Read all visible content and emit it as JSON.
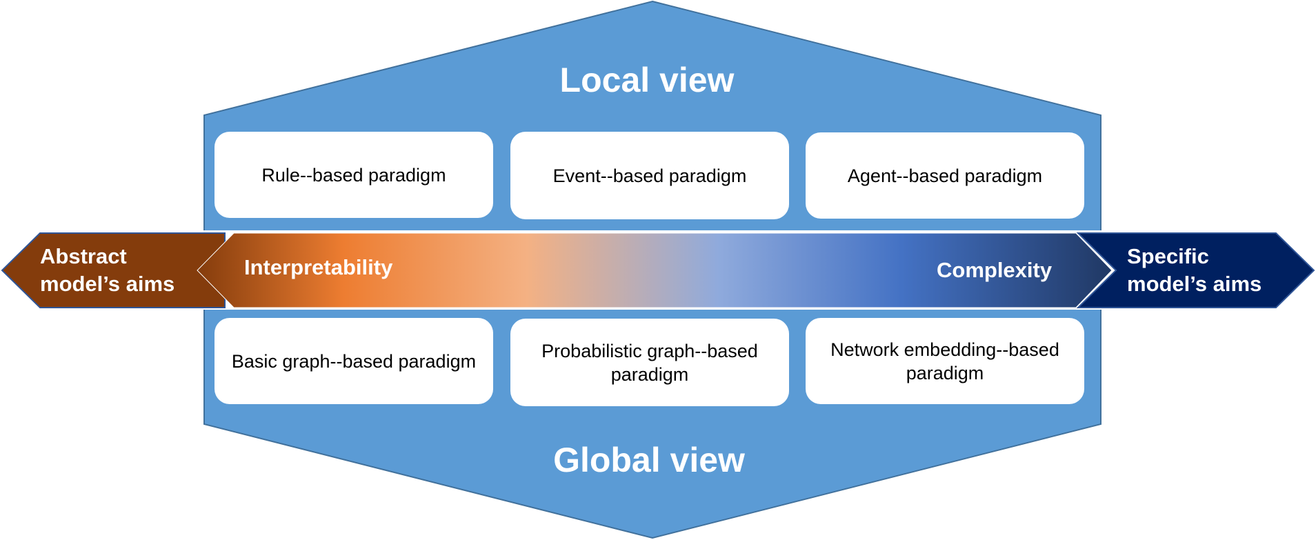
{
  "local_view": {
    "title": "Local view",
    "paradigms": [
      "Rule--based paradigm",
      "Event--based paradigm",
      "Agent--based paradigm"
    ]
  },
  "global_view": {
    "title": "Global view",
    "paradigms": [
      "Basic graph--based paradigm",
      "Probabilistic graph--based paradigm",
      "Network embedding--based paradigm"
    ]
  },
  "left_arrow": {
    "label_line1": "Abstract",
    "label_line2": "model’s aims",
    "color": "#843c0c"
  },
  "right_arrow": {
    "label_line1": "Specific",
    "label_line2": "model’s aims",
    "color": "#002060"
  },
  "spectrum": {
    "left_label": "Interpretability",
    "right_label": "Complexity",
    "gradient_colors": [
      "#843c0c",
      "#ed7d31",
      "#f4b183",
      "#8faadc",
      "#4472c4",
      "#203864"
    ]
  },
  "hexagon_color": "#5b9bd5"
}
